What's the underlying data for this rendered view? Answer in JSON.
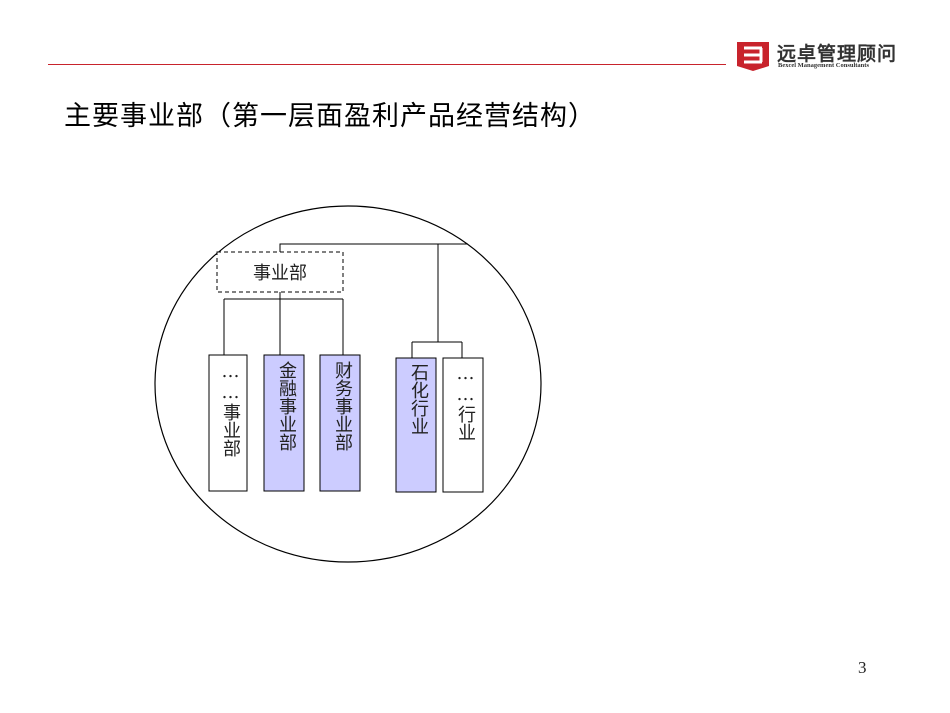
{
  "header": {
    "logo_cn": "远卓管理顾问",
    "logo_en": "Bexcel Management Consultants",
    "brand_color": "#c8232c"
  },
  "slide": {
    "title": "主要事业部（第一层面盈利产品经营结构）",
    "page_number": "3"
  },
  "diagram": {
    "group_node": "事业部",
    "divisions": [
      {
        "label": "……事业部",
        "highlighted": false
      },
      {
        "label": "金融事业部",
        "highlighted": true
      },
      {
        "label": "财务事业部",
        "highlighted": true
      }
    ],
    "industries": [
      {
        "label": "石化行业",
        "highlighted": true
      },
      {
        "label": "……行业",
        "highlighted": false
      }
    ],
    "colors": {
      "highlight_fill": "#ccccff",
      "plain_fill": "#ffffff",
      "line": "#000000"
    }
  }
}
